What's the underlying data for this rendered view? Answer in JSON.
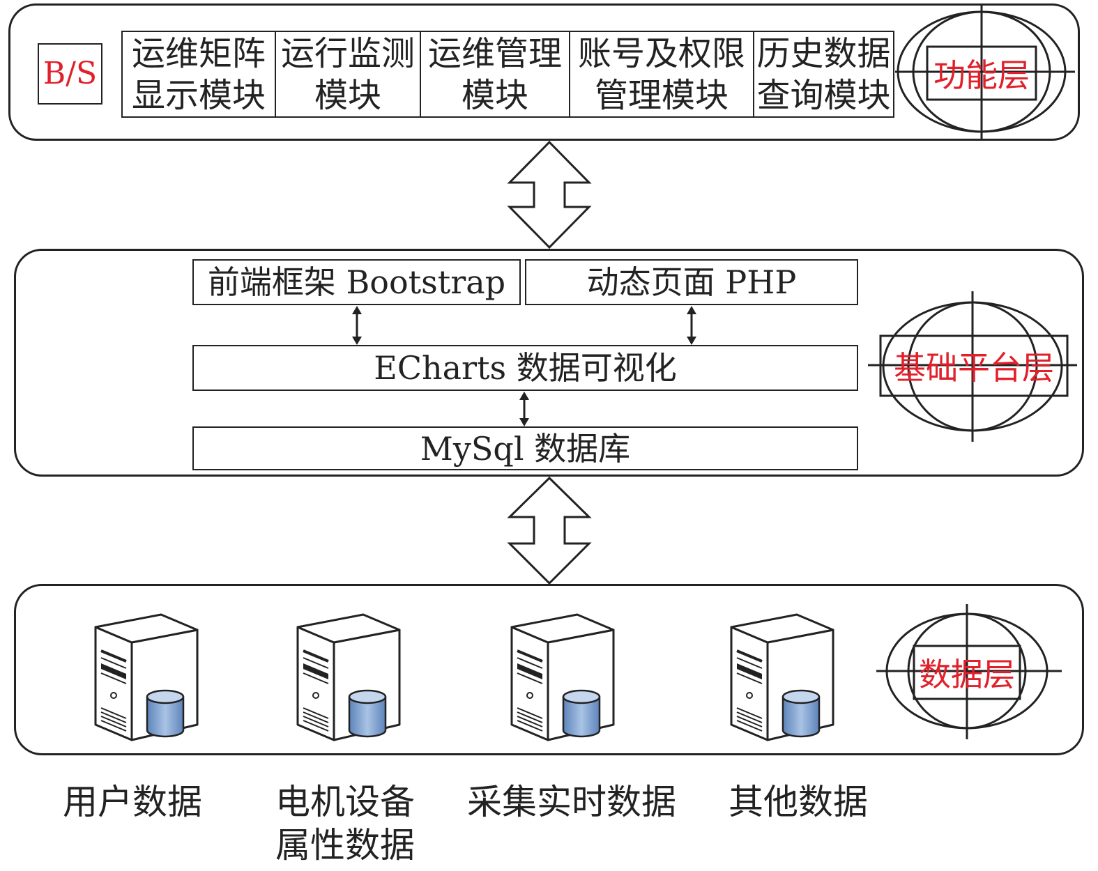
{
  "function_layer": {
    "bs_label": "B/S",
    "modules": [
      {
        "label": "运维矩阵\n显示模块"
      },
      {
        "label": "运行监测\n模块"
      },
      {
        "label": "运维管理\n模块"
      },
      {
        "label": "账号及权限\n管理模块"
      },
      {
        "label": "历史数据\n查询模块"
      }
    ],
    "tag": "功能层"
  },
  "platform_layer": {
    "bootstrap": "前端框架 Bootstrap",
    "php": "动态页面 PHP",
    "echarts": "ECharts 数据可视化",
    "mysql": "MySql 数据库",
    "tag": "基础平台层"
  },
  "data_layer": {
    "tag": "数据层",
    "sources": [
      {
        "label": "用户数据"
      },
      {
        "label": "电机设备\n属性数据"
      },
      {
        "label": "采集实时数据"
      },
      {
        "label": "其他数据"
      }
    ]
  },
  "colors": {
    "accent_red": "#e0202a",
    "db_blue": "#7fa3cf",
    "line": "#222222"
  },
  "icons": {
    "server": "server-with-database-icon",
    "arrow": "bidirectional-arrow-icon"
  }
}
